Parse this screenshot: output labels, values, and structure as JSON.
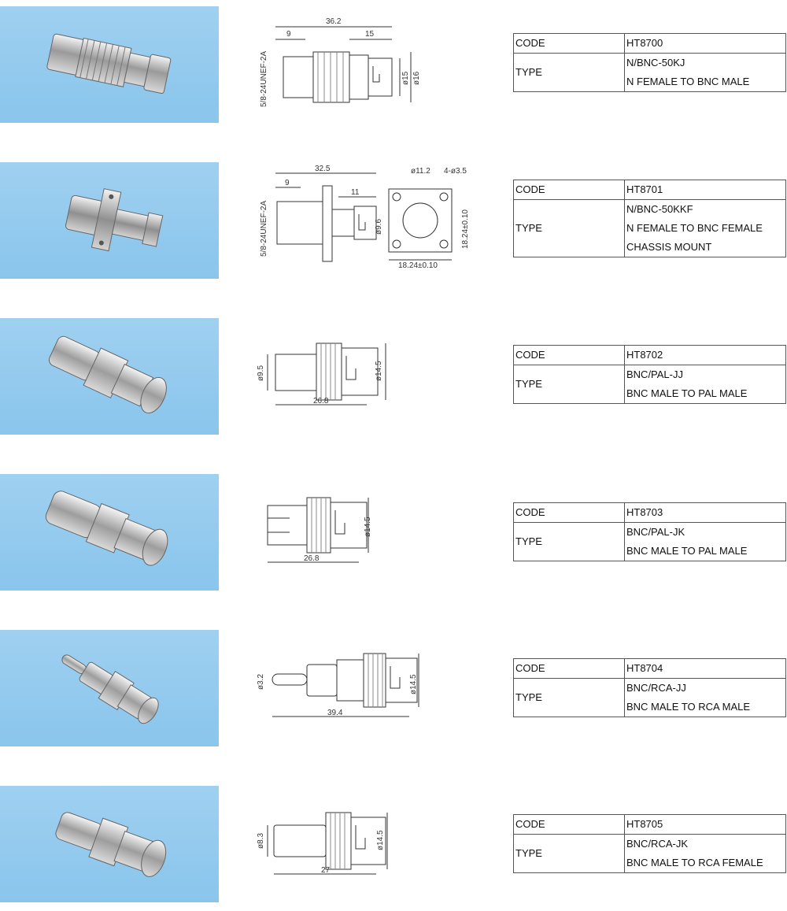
{
  "products": [
    {
      "code_label": "CODE",
      "code": "HT8700",
      "type_label": "TYPE",
      "type_lines": [
        "N/BNC-50KJ",
        "N FEMALE TO BNC MALE"
      ],
      "dims": {
        "overall": "36.2",
        "left": "9",
        "right": "15",
        "thread": "5/8-24UNEF-2A",
        "d1": "ø15",
        "d2": "ø16"
      }
    },
    {
      "code_label": "CODE",
      "code": "HT8701",
      "type_label": "TYPE",
      "type_lines": [
        "N/BNC-50KKF",
        "N FEMALE TO BNC FEMALE",
        "CHASSIS MOUNT"
      ],
      "dims": {
        "overall": "32.5",
        "left": "9",
        "right": "11",
        "thread": "5/8-24UNEF-2A",
        "d1": "ø9.6",
        "hole": "ø11.2",
        "holes4": "4-ø3.5",
        "side_v": "18.24±0.10",
        "side_h": "18.24±0.10"
      }
    },
    {
      "code_label": "CODE",
      "code": "HT8702",
      "type_label": "TYPE",
      "type_lines": [
        "BNC/PAL-JJ",
        "BNC MALE TO PAL MALE"
      ],
      "dims": {
        "overall": "26.8",
        "d1": "ø9.5",
        "d2": "ø14.5"
      }
    },
    {
      "code_label": "CODE",
      "code": "HT8703",
      "type_label": "TYPE",
      "type_lines": [
        "BNC/PAL-JK",
        "BNC MALE TO PAL MALE"
      ],
      "dims": {
        "overall": "26.8",
        "d2": "ø14.5"
      }
    },
    {
      "code_label": "CODE",
      "code": "HT8704",
      "type_label": "TYPE",
      "type_lines": [
        "BNC/RCA-JJ",
        "BNC MALE TO RCA MALE"
      ],
      "dims": {
        "overall": "39.4",
        "d1": "ø3.2",
        "d2": "ø14.5"
      }
    },
    {
      "code_label": "CODE",
      "code": "HT8705",
      "type_label": "TYPE",
      "type_lines": [
        "BNC/RCA-JK",
        "BNC MALE TO RCA FEMALE"
      ],
      "dims": {
        "overall": "27",
        "d1": "ø8.3",
        "d2": "ø14.5"
      }
    }
  ],
  "colors": {
    "photo_bg": "#8ac5ec",
    "table_border": "#555555"
  }
}
